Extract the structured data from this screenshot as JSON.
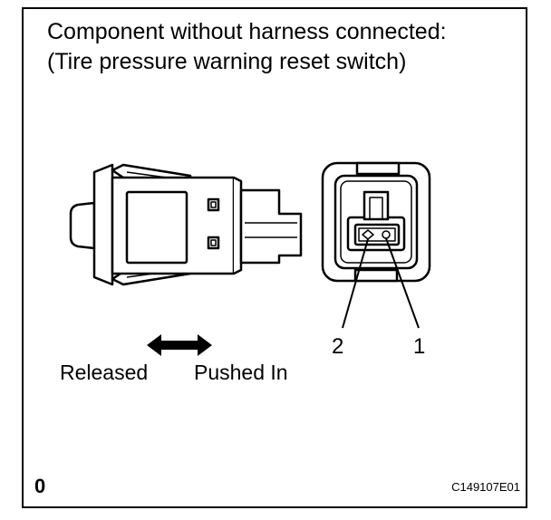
{
  "title": {
    "line1": "Component without harness connected:",
    "line2": "(Tire pressure warning reset switch)"
  },
  "labels": {
    "released": "Released",
    "pushed_in": "Pushed In",
    "pin_2": "2",
    "pin_1": "1"
  },
  "corner_code": "0",
  "image_code": "C149107E01",
  "colors": {
    "ink": "#000000",
    "background": "#ffffff"
  },
  "icons": {
    "direction": "double-arrow-icon"
  }
}
